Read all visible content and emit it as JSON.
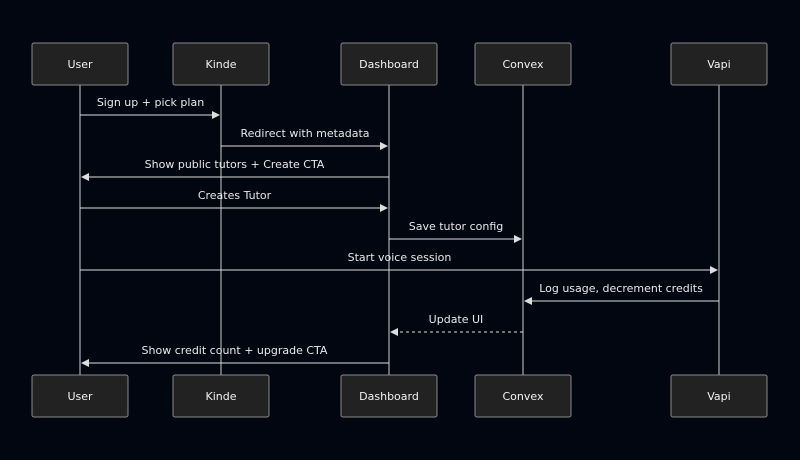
{
  "participants": [
    {
      "id": "user",
      "label": "User"
    },
    {
      "id": "kinde",
      "label": "Kinde"
    },
    {
      "id": "dashboard",
      "label": "Dashboard"
    },
    {
      "id": "convex",
      "label": "Convex"
    },
    {
      "id": "vapi",
      "label": "Vapi"
    }
  ],
  "messages": [
    {
      "from": "user",
      "to": "kinde",
      "label": "Sign up + pick plan",
      "style": "solid"
    },
    {
      "from": "kinde",
      "to": "dashboard",
      "label": "Redirect with metadata",
      "style": "solid"
    },
    {
      "from": "dashboard",
      "to": "user",
      "label": "Show public tutors + Create CTA",
      "style": "solid"
    },
    {
      "from": "user",
      "to": "dashboard",
      "label": "Creates Tutor",
      "style": "solid"
    },
    {
      "from": "dashboard",
      "to": "convex",
      "label": "Save tutor config",
      "style": "solid"
    },
    {
      "from": "user",
      "to": "vapi",
      "label": "Start voice session",
      "style": "solid"
    },
    {
      "from": "vapi",
      "to": "convex",
      "label": "Log usage, decrement credits",
      "style": "solid"
    },
    {
      "from": "convex",
      "to": "dashboard",
      "label": "Update UI",
      "style": "dashed"
    },
    {
      "from": "dashboard",
      "to": "user",
      "label": "Show credit count + upgrade CTA",
      "style": "solid"
    }
  ],
  "colors": {
    "background": "#020611",
    "actor_fill": "#222222",
    "actor_border": "#8a8a8a",
    "line": "#dddddd",
    "text": "#f2f2f2"
  }
}
